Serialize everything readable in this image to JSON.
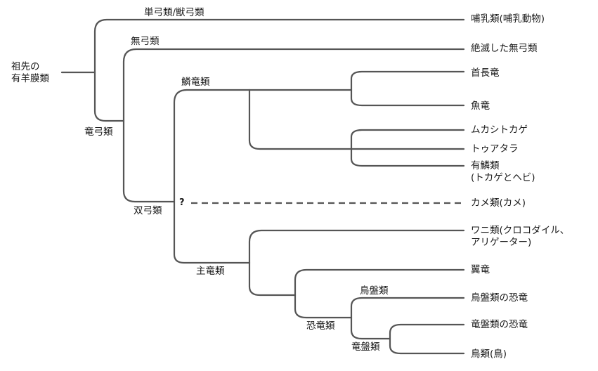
{
  "diagram": {
    "root": [
      "祖先の",
      "有羊膜類"
    ],
    "clades": {
      "synapsida": "単弓類/獣弓類",
      "sauropsida": "竜弓類",
      "anapsida": "無弓類",
      "diapsida": "双弓類",
      "lepidosauromorpha": "鱗竜類",
      "archosauria": "主竜類",
      "dinosauria": "恐竜類",
      "ornithischia": "鳥盤類",
      "saurischia": "竜盤類",
      "uncertain": "?"
    },
    "leaves": {
      "mammals": "哺乳類(哺乳動物)",
      "extinct_anapsids": "絶滅した無弓類",
      "plesiosaurs": "首長竜",
      "ichthyosaurs": "魚竜",
      "rhynchocephalia": "ムカシトカゲ",
      "tuatara": "トゥアタラ",
      "squamata": [
        "有鱗類",
        "(トカゲとヘビ)"
      ],
      "turtles": "カメ類(カメ)",
      "crocodilians": [
        "ワニ類(クロコダイル、",
        "アリゲーター)"
      ],
      "pterosaurs": "翼竜",
      "ornithischian_dinosaurs": "鳥盤類の恐竜",
      "saurischian_dinosaurs": "竜盤類の恐竜",
      "birds": "鳥類(鳥)"
    }
  }
}
